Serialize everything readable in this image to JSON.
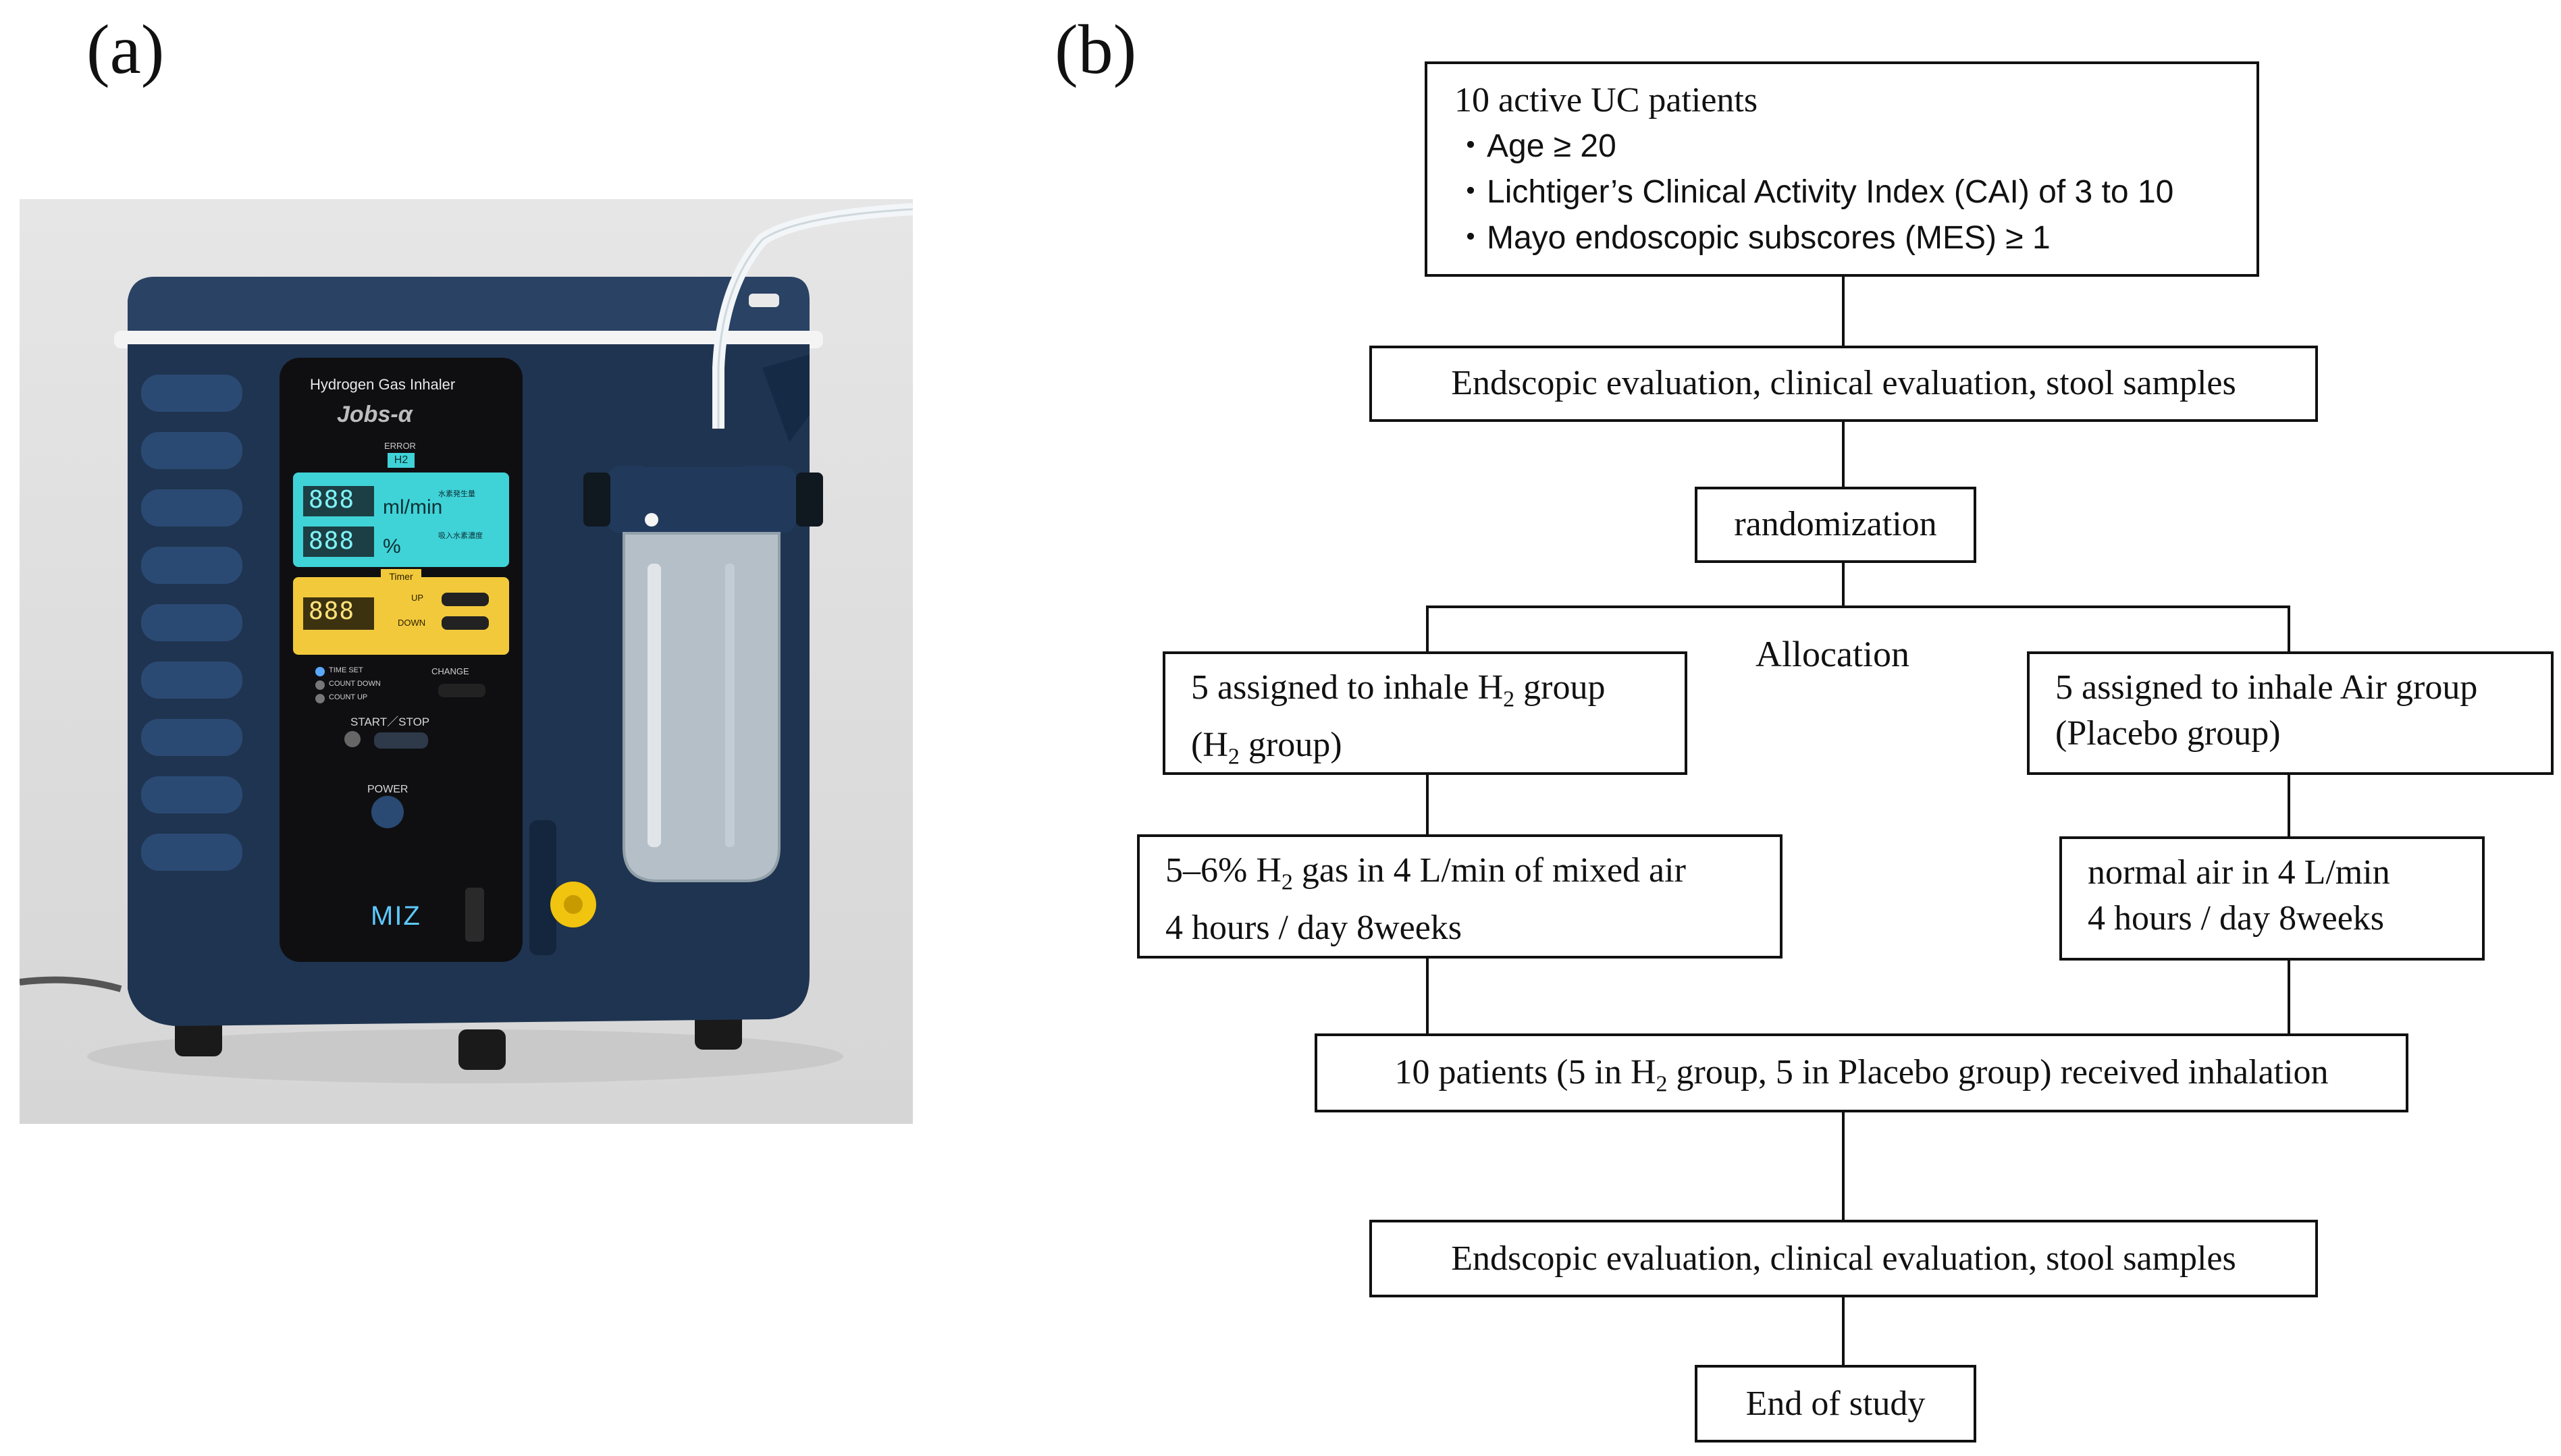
{
  "panels": {
    "a_label": "(a)",
    "b_label": "(b)"
  },
  "device": {
    "title": "Hydrogen Gas Inhaler",
    "model": "Jobs-α",
    "error_label": "ERROR",
    "h2_badge": "H2",
    "display_digits": "888",
    "unit_flow": "ml/min",
    "unit_percent": "%",
    "jp_flow": "水素発生量",
    "jp_percent": "吸入水素濃度",
    "timer_label": "Timer",
    "up_label": "UP",
    "down_label": "DOWN",
    "mode_time_set": "TIME SET",
    "mode_count_down": "COUNT DOWN",
    "mode_count_up": "COUNT UP",
    "change_label": "CHANGE",
    "start_stop_label": "START／STOP",
    "power_label": "POWER",
    "brand": "MIZ",
    "colors": {
      "body": "#1f3450",
      "display_cyan": "#3fd3d8",
      "timer_yellow": "#f2c93b",
      "knob": "#f1c40f"
    }
  },
  "flow": {
    "start": {
      "title": "10 active UC patients",
      "criteria": [
        "・Age ≥ 20",
        "・Lichtiger’s Clinical Activity Index (CAI) of 3 to 10",
        "・Mayo endoscopic subscores (MES) ≥ 1"
      ]
    },
    "eval_pre": "Endscopic evaluation, clinical evaluation, stool samples",
    "randomization": "randomization",
    "allocation": "Allocation",
    "h2_group": {
      "line1_pre": "5 assigned to inhale H",
      "line1_sub": "2",
      "line1_post": " group",
      "line2_pre": "(H",
      "line2_sub": "2",
      "line2_post": " group)"
    },
    "air_group": {
      "line1": "5 assigned to inhale Air group",
      "line2": "(Placebo group)"
    },
    "h2_regimen": {
      "line1_pre": "5–6% H",
      "line1_sub": "2",
      "line1_post": " gas in 4 L/min of mixed air",
      "line2": "4 hours / day 8weeks"
    },
    "air_regimen": {
      "line1": "normal air in 4 L/min",
      "line2": "4 hours / day 8weeks"
    },
    "received": {
      "pre": "10 patients (5 in H",
      "sub": "2",
      "post": " group, 5 in Placebo group) received inhalation"
    },
    "eval_post": "Endscopic evaluation, clinical evaluation, stool samples",
    "end": "End of study"
  }
}
